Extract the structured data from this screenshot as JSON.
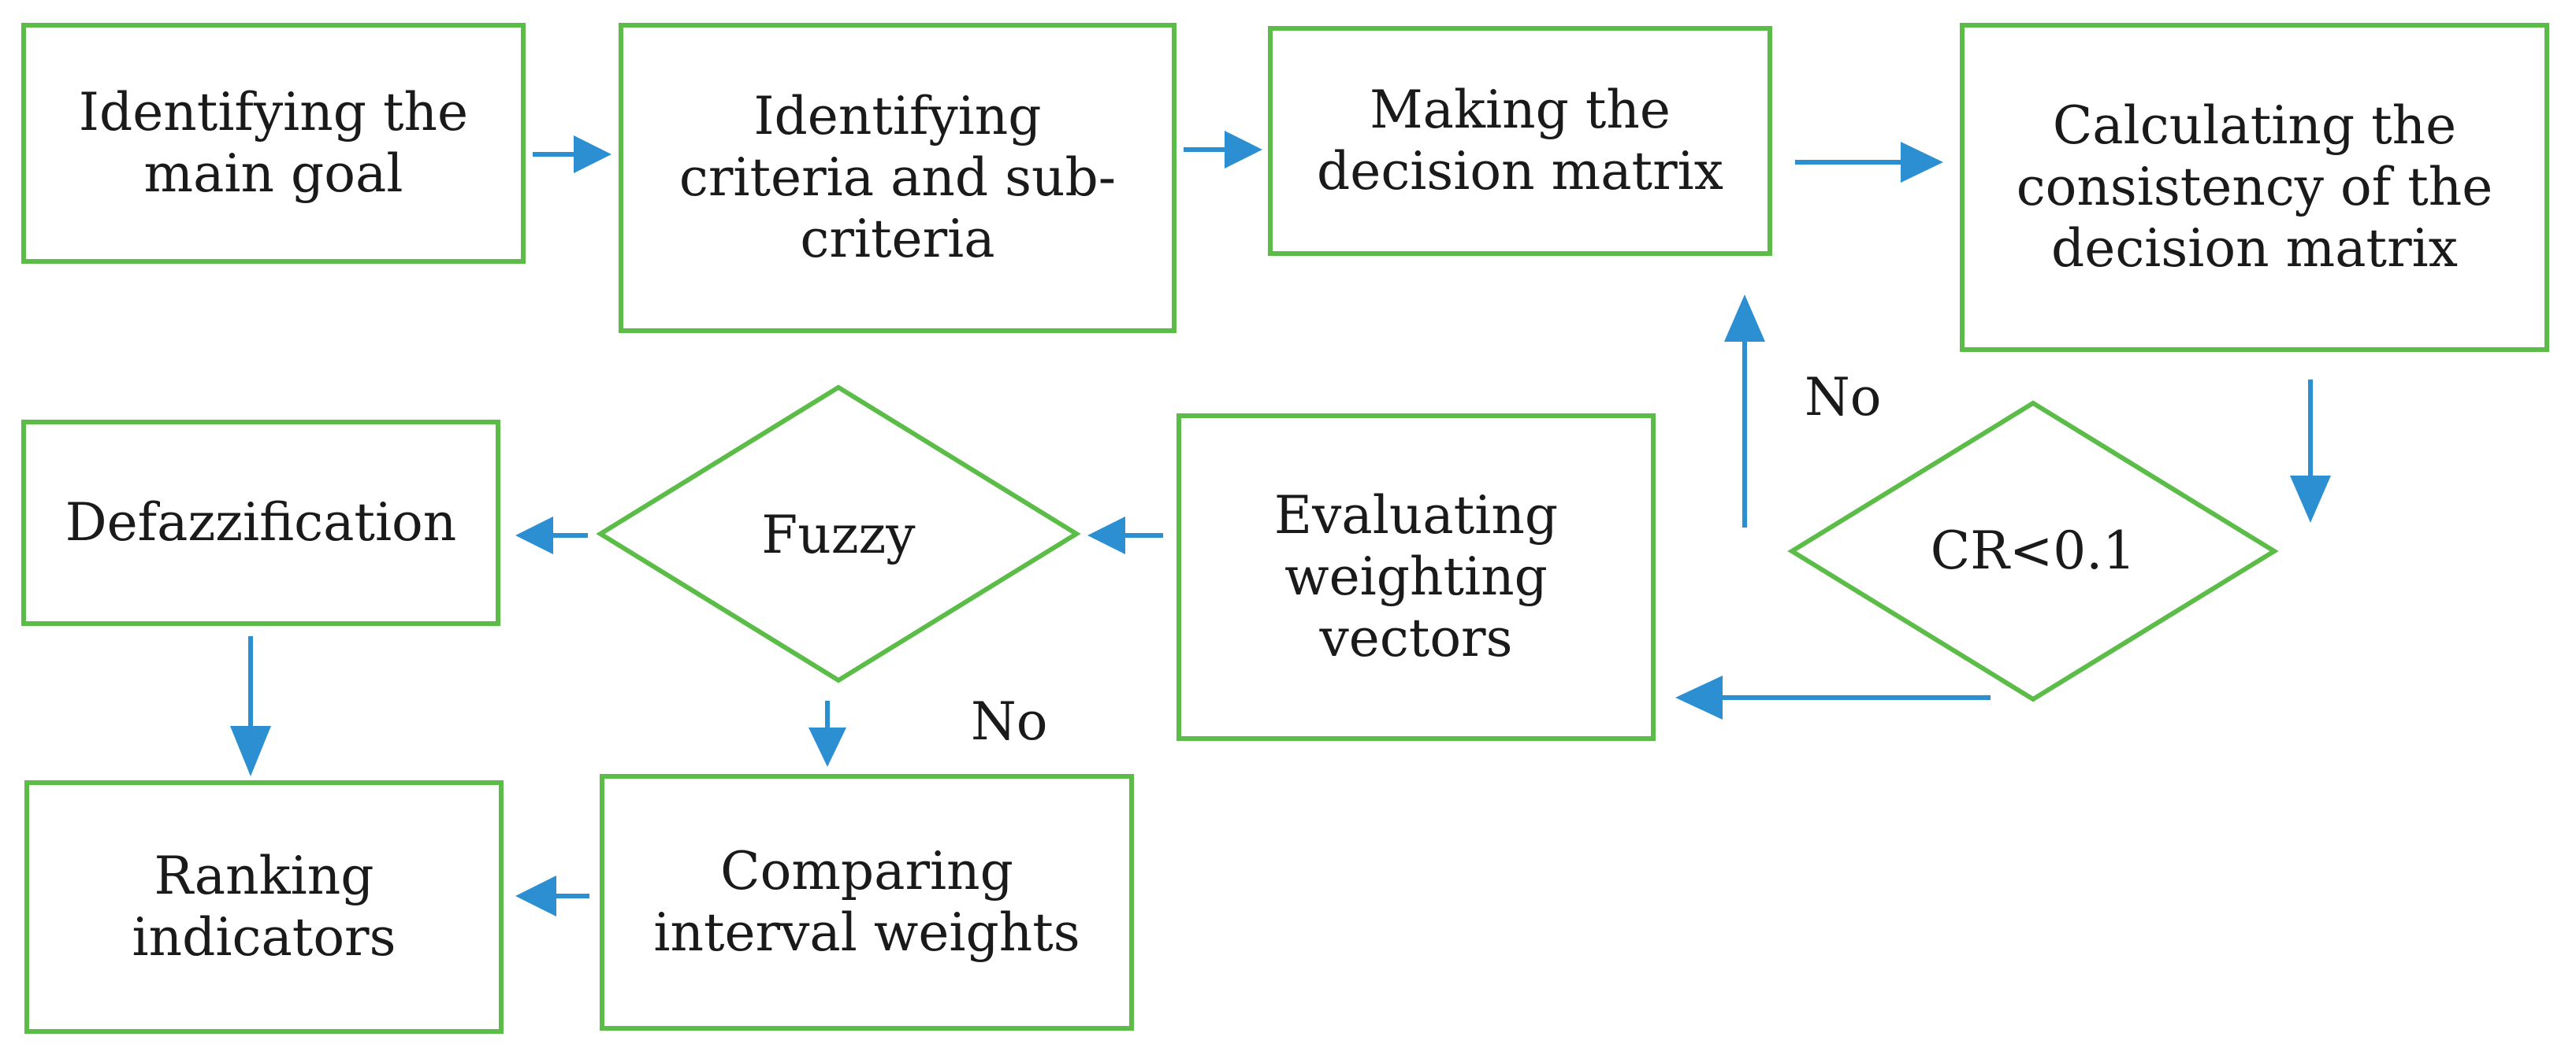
{
  "nodes": {
    "identify_goal": "Identifying the\nmain goal",
    "identify_criteria": "Identifying\ncriteria and sub-\ncriteria",
    "decision_matrix": "Making the\ndecision matrix",
    "consistency": "Calculating the\nconsistency of the\ndecision matrix",
    "cr_check": "CR<0.1",
    "weighting_vectors": "Evaluating\nweighting\nvectors",
    "fuzzy": "Fuzzy",
    "defuzzification": "Defazzification",
    "comparing_weights": "Comparing\ninterval weights",
    "ranking": "Ranking\nindicators"
  },
  "edge_labels": {
    "cr_no": "No",
    "fuzzy_no": "No"
  },
  "colors": {
    "node_border": "#5bbd47",
    "arrow": "#2b8fd1",
    "text": "#1a1a1a"
  }
}
